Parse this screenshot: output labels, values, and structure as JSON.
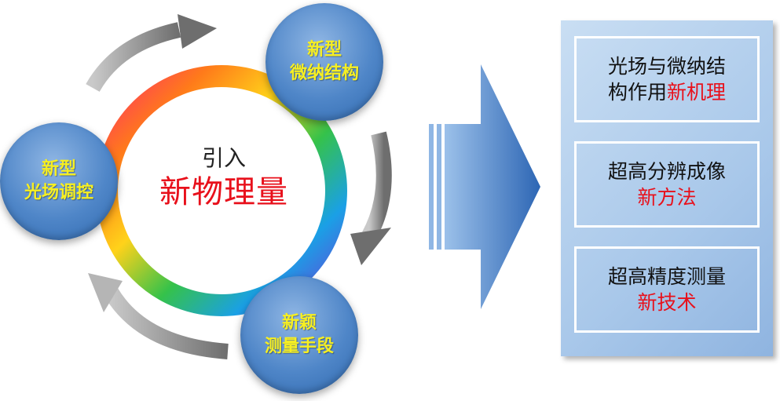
{
  "center": {
    "line1": "引入",
    "line2": "新物理量"
  },
  "bubbles": {
    "top": {
      "line1": "新型",
      "line2": "微纳结构"
    },
    "left": {
      "line1": "新型",
      "line2": "光场调控"
    },
    "bottom": {
      "line1": "新颖",
      "line2": "测量手段"
    }
  },
  "results": [
    {
      "line1": "光场与微纳结",
      "line2_black": "构作用",
      "line2_red": "新机理"
    },
    {
      "line1": "超高分辨成像",
      "line2_red": "新方法"
    },
    {
      "line1": "超高精度测量",
      "line2_red": "新技术"
    }
  ],
  "colors": {
    "highlight": "#e8101b",
    "bubble_text": "#f6ef22",
    "bubble": "#4f86c8",
    "arrow": "#5b8fd0"
  }
}
